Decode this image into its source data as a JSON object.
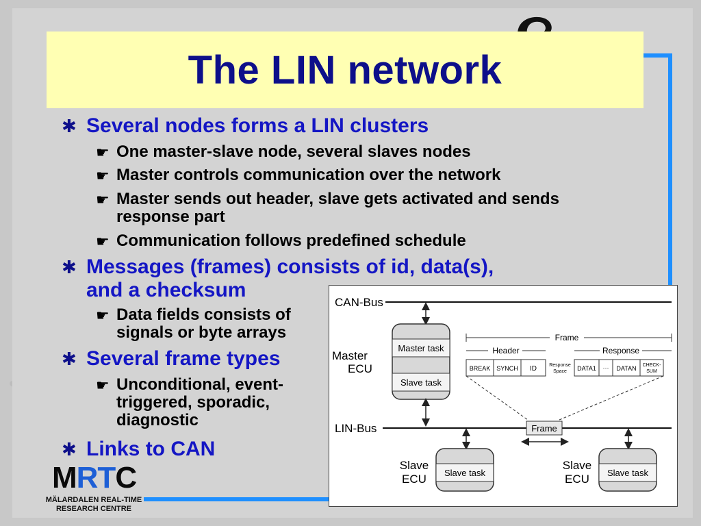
{
  "slide": {
    "title": "The LIN network"
  },
  "bullets": [
    {
      "level": 1,
      "text": "Several nodes forms a LIN clusters"
    },
    {
      "level": 2,
      "text": "One master-slave node, several slaves nodes"
    },
    {
      "level": 2,
      "text": "Master controls communication over the network"
    },
    {
      "level": 2,
      "text": "Master sends out header, slave gets activated and sends",
      "text2": "response part"
    },
    {
      "level": 2,
      "text": "Communication follows predefined schedule"
    },
    {
      "level": 1,
      "text": "Messages (frames) consists of id, data(s),",
      "text2": "and a checksum"
    },
    {
      "level": 2,
      "text": "Data fields consists of",
      "text2": "signals or byte arrays"
    },
    {
      "level": 1,
      "text": "Several frame types"
    },
    {
      "level": 2,
      "text": "Unconditional, event-",
      "text2": "triggered, sporadic,",
      "text3": "diagnostic"
    },
    {
      "level": 1,
      "text": "Links to CAN"
    }
  ],
  "icons": {
    "level1_bullet": "asterisk-star-icon",
    "level2_bullet": "pointing-hand-icon"
  },
  "logo": {
    "m": "M",
    "rt": "RT",
    "c": "C",
    "line1": "MÄLARDALEN REAL-TIME",
    "line2": "RESEARCH CENTRE"
  },
  "diagram": {
    "can_bus": "CAN-Bus",
    "lin_bus": "LIN-Bus",
    "master_ecu_1": "Master",
    "master_ecu_2": "ECU",
    "master_task": "Master task",
    "slave_task_master": "Slave task",
    "frame_top": "Frame",
    "header": "Header",
    "response": "Response",
    "cells": [
      "BREAK",
      "SYNCH",
      "ID",
      "Response",
      "Space",
      "DATA1",
      "···",
      "DATAN",
      "CHECK-",
      "SUM"
    ],
    "frame_box": "Frame",
    "slave1_1": "Slave",
    "slave1_2": "ECU",
    "slave1_task": "Slave task",
    "slave2_1": "Slave",
    "slave2_2": "ECU",
    "slave2_task": "Slave task"
  },
  "colors": {
    "title_bg": "#ffffb3",
    "title_text": "#0d0f8a",
    "level1_text": "#1416c4",
    "accent_rule": "#1e8fff",
    "logo_rt": "#1d5fd6"
  }
}
